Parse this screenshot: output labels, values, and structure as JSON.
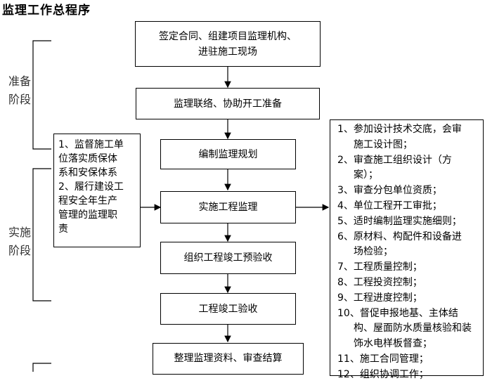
{
  "title": "监理工作总程序",
  "stages": {
    "prep": [
      "准备",
      "阶段"
    ],
    "impl": [
      "实施",
      "阶段"
    ]
  },
  "flow": {
    "step1": [
      "签定合同、组建项目监理机构、",
      "进驻施工现场"
    ],
    "step2": "监理联络、协助开工准备",
    "step3": "编制监理规划",
    "step4": "实施工程监理",
    "step5": "组织工程竣工预验收",
    "step6": "工程竣工验收",
    "step7": "整理监理资料、审查结算"
  },
  "left_box": [
    "1、监督施工单",
    "位落实质保体",
    "系和安保体系",
    "2、履行建设工",
    "程安全年生产",
    "管理的监理职",
    "责"
  ],
  "right_box": [
    "1、参加设计技术交底，会审",
    "施工设计图；",
    "2、审查施工组织设计（方",
    "案）；",
    "3、审查分包单位资质；",
    "4、单位工程开工审批；",
    "5、适时编制监理实施细则；",
    "6、原材料、构配件和设备进",
    "场检验；",
    "7、工程质量控制；",
    "8、工程投资控制；",
    "9、工程进度控制；",
    "10、督促申报地基、主体结",
    "构、屋面防水质量核验和装",
    "饰水电样板督查；",
    "11、施工合同管理；",
    "12、组织协调工作；"
  ]
}
